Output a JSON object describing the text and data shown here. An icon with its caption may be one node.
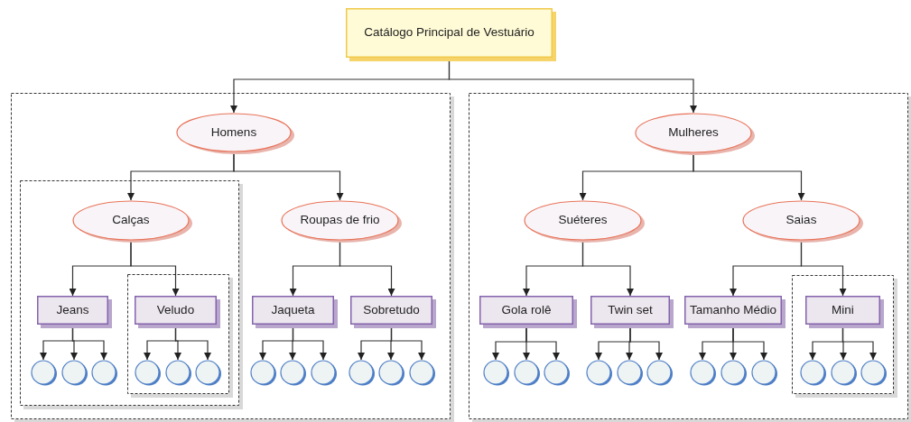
{
  "diagram": {
    "nodes": [
      {
        "text": [
          "Catálogo Principal de Vestuário"
        ]
      },
      {
        "text": [],
        "shape": "box"
      },
      {
        "text": [
          "Homens"
        ],
        "in": 1
      },
      {
        "text": [],
        "shape": "box",
        "in": 1
      },
      {
        "text": [
          "Calças"
        ],
        "in": 3
      },
      {
        "text": [
          "Jeans"
        ],
        "in": 3
      },
      {
        "text": [],
        "shape": "box",
        "in": 3
      },
      {
        "text": [
          "Veludo"
        ],
        "in": 6
      },
      {
        "text": [],
        "shape": "circle",
        "in": 3
      },
      {
        "text": [],
        "shape": "circle",
        "in": 3
      },
      {
        "text": [],
        "shape": "circle",
        "in": 3
      },
      {
        "text": [],
        "shape": "circle",
        "in": 6
      },
      {
        "text": [],
        "shape": "circle",
        "in": 6
      },
      {
        "text": [],
        "shape": "circle",
        "in": 6
      },
      {
        "text": [
          "Roupas de frio"
        ],
        "in": 1
      },
      {
        "text": [
          "Jaqueta"
        ],
        "in": 1
      },
      {
        "text": [
          "Sobretudo"
        ],
        "in": 1
      },
      {
        "text": [],
        "shape": "circle",
        "in": 1
      },
      {
        "text": [],
        "shape": "circle",
        "in": 1
      },
      {
        "text": [],
        "shape": "circle",
        "in": 1
      },
      {
        "text": [],
        "shape": "circle",
        "in": 1
      },
      {
        "text": [],
        "shape": "circle",
        "in": 1
      },
      {
        "text": [],
        "shape": "circle",
        "in": 1
      },
      {
        "text": [],
        "shape": "box"
      },
      {
        "text": [
          "Mulheres"
        ],
        "in": 23
      },
      {
        "text": [
          "Suéteres"
        ],
        "in": 23
      },
      {
        "text": [
          "Saias"
        ],
        "in": 23
      },
      {
        "text": [
          "Gola rolê"
        ],
        "in": 23
      },
      {
        "text": [
          "Twin set"
        ],
        "in": 23
      },
      {
        "text": [
          "Tamanho Médio"
        ],
        "in": 23
      },
      {
        "text": [],
        "shape": "box",
        "in": 23
      },
      {
        "text": [
          "Mini"
        ],
        "in": 30
      },
      {
        "text": [],
        "shape": "circle",
        "in": 23
      },
      {
        "text": [],
        "shape": "circle",
        "in": 23
      },
      {
        "text": [],
        "shape": "circle",
        "in": 23
      },
      {
        "text": [],
        "shape": "circle",
        "in": 23
      },
      {
        "text": [],
        "shape": "circle",
        "in": 23
      },
      {
        "text": [],
        "shape": "circle",
        "in": 23
      },
      {
        "text": [],
        "shape": "circle",
        "in": 23
      },
      {
        "text": [],
        "shape": "circle",
        "in": 23
      },
      {
        "text": [],
        "shape": "circle",
        "in": 23
      },
      {
        "text": [],
        "shape": "circle",
        "in": 30
      },
      {
        "text": [],
        "shape": "circle",
        "in": 30
      },
      {
        "text": [],
        "shape": "circle",
        "in": 30
      }
    ],
    "edges": [
      {
        "from": 0,
        "to": 2,
        "arrow": "to"
      },
      {
        "from": 0,
        "to": 24,
        "arrow": "to"
      },
      {
        "from": 2,
        "to": 4,
        "arrow": "to"
      },
      {
        "from": 2,
        "to": 14,
        "arrow": "to"
      },
      {
        "from": 4,
        "to": 5,
        "arrow": "to"
      },
      {
        "from": 4,
        "to": 7,
        "arrow": "to"
      },
      {
        "from": 5,
        "to": 8,
        "arrow": "to"
      },
      {
        "from": 5,
        "to": 9,
        "arrow": "to"
      },
      {
        "from": 5,
        "to": 10,
        "arrow": "to"
      },
      {
        "from": 7,
        "to": 11,
        "arrow": "to"
      },
      {
        "from": 7,
        "to": 12,
        "arrow": "to"
      },
      {
        "from": 7,
        "to": 13,
        "arrow": "to"
      },
      {
        "from": 14,
        "to": 15,
        "arrow": "to"
      },
      {
        "from": 14,
        "to": 16,
        "arrow": "to"
      },
      {
        "from": 15,
        "to": 17,
        "arrow": "to"
      },
      {
        "from": 15,
        "to": 18,
        "arrow": "to"
      },
      {
        "from": 15,
        "to": 19,
        "arrow": "to"
      },
      {
        "from": 16,
        "to": 20,
        "arrow": "to"
      },
      {
        "from": 16,
        "to": 21,
        "arrow": "to"
      },
      {
        "from": 16,
        "to": 22,
        "arrow": "to"
      },
      {
        "from": 24,
        "to": 25,
        "arrow": "to"
      },
      {
        "from": 24,
        "to": 26,
        "arrow": "to"
      },
      {
        "from": 25,
        "to": 27,
        "arrow": "to"
      },
      {
        "from": 25,
        "to": 28,
        "arrow": "to"
      },
      {
        "from": 26,
        "to": 29,
        "arrow": "to"
      },
      {
        "from": 26,
        "to": 31,
        "arrow": "to"
      },
      {
        "from": 27,
        "to": 32,
        "arrow": "to"
      },
      {
        "from": 27,
        "to": 33,
        "arrow": "to"
      },
      {
        "from": 27,
        "to": 34,
        "arrow": "to"
      },
      {
        "from": 28,
        "to": 35,
        "arrow": "to"
      },
      {
        "from": 28,
        "to": 36,
        "arrow": "to"
      },
      {
        "from": 28,
        "to": 37,
        "arrow": "to"
      },
      {
        "from": 29,
        "to": 38,
        "arrow": "to"
      },
      {
        "from": 29,
        "to": 39,
        "arrow": "to"
      },
      {
        "from": 29,
        "to": 40,
        "arrow": "to"
      },
      {
        "from": 31,
        "to": 41,
        "arrow": "to"
      },
      {
        "from": 31,
        "to": 42,
        "arrow": "to"
      },
      {
        "from": 31,
        "to": 43,
        "arrow": "to"
      }
    ]
  }
}
